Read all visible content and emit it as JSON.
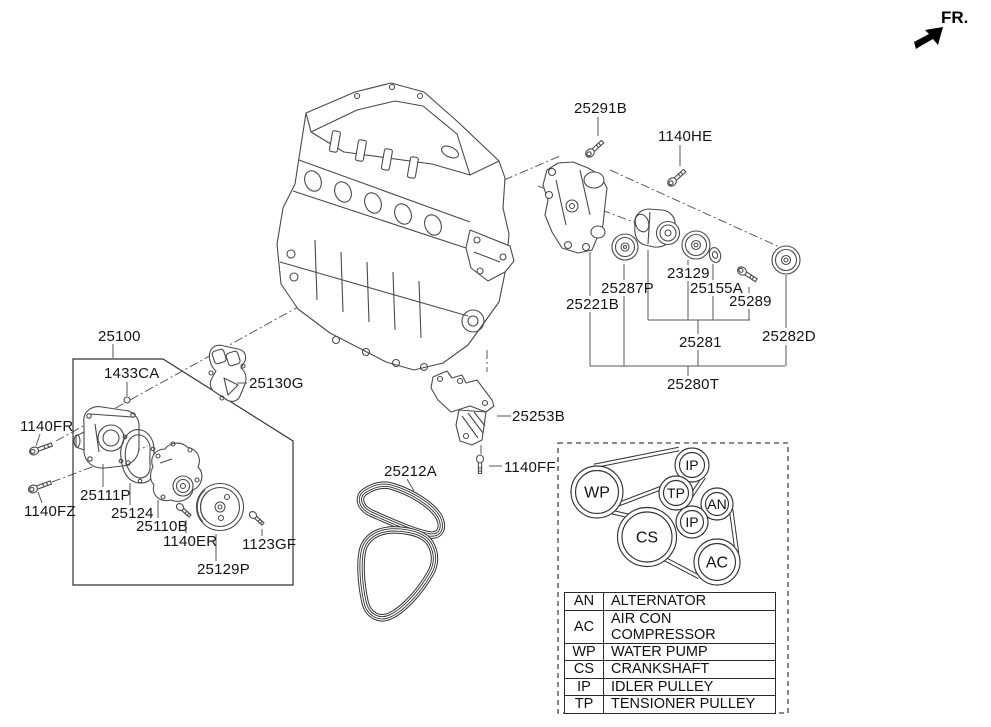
{
  "fr_indicator": {
    "label": "FR."
  },
  "labels": {
    "l25291B": "25291B",
    "l1140HE": "1140HE",
    "l23129": "23129",
    "l25287P": "25287P",
    "l25155A": "25155A",
    "l25289": "25289",
    "l25221B": "25221B",
    "l25281": "25281",
    "l25282D": "25282D",
    "l25280T": "25280T",
    "l25100": "25100",
    "l1433CA": "1433CA",
    "l25130G": "25130G",
    "l1140FR": "1140FR",
    "l25111P": "25111P",
    "l1140FZ": "1140FZ",
    "l25124": "25124",
    "l25110B": "25110B",
    "l1140ER": "1140ER",
    "l1123GF": "1123GF",
    "l25129P": "25129P",
    "l25253B": "25253B",
    "l1140FF": "1140FF",
    "l25212A": "25212A"
  },
  "belt_diagram": {
    "pulleys": [
      {
        "code": "WP"
      },
      {
        "code": "IP"
      },
      {
        "code": "TP"
      },
      {
        "code": "AN"
      },
      {
        "code": "IP"
      },
      {
        "code": "CS"
      },
      {
        "code": "AC"
      }
    ]
  },
  "legend": {
    "rows": [
      {
        "code": "AN",
        "name": "ALTERNATOR"
      },
      {
        "code": "AC",
        "name": "AIR CON COMPRESSOR"
      },
      {
        "code": "WP",
        "name": "WATER PUMP"
      },
      {
        "code": "CS",
        "name": "CRANKSHAFT"
      },
      {
        "code": "IP",
        "name": "IDLER PULLEY"
      },
      {
        "code": "TP",
        "name": "TENSIONER PULLEY"
      }
    ]
  }
}
